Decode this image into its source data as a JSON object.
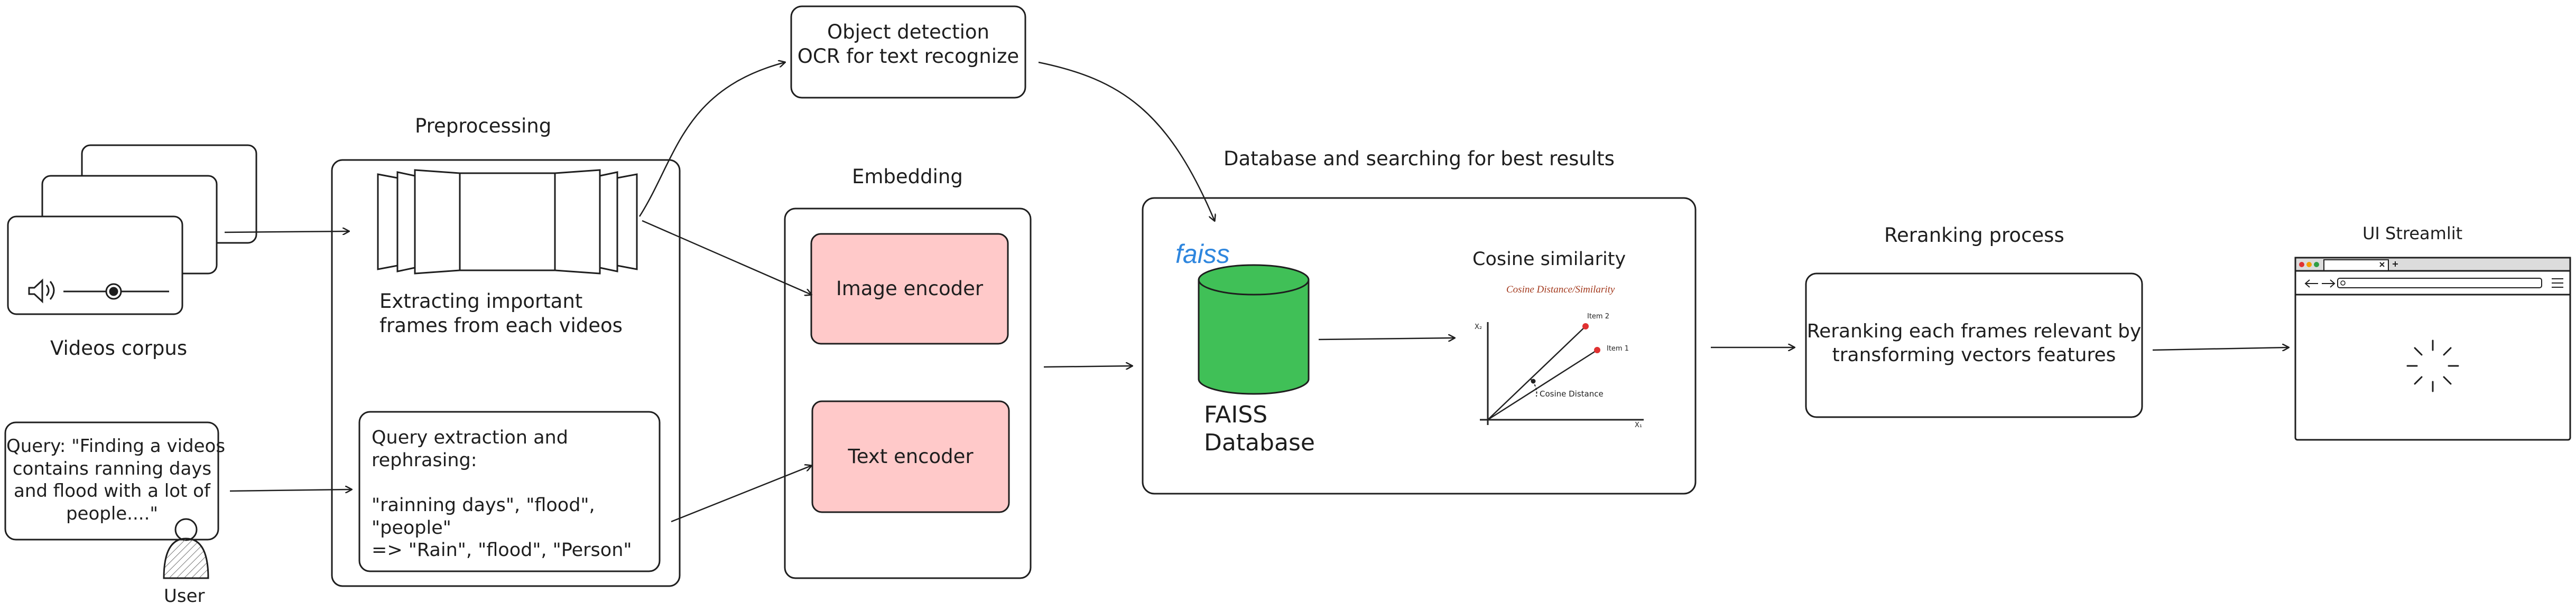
{
  "sections": {
    "preprocessing": "Preprocessing",
    "embedding": "Embedding",
    "database_search": "Database and searching for best results",
    "reranking": "Reranking process",
    "ui": "UI Streamlit"
  },
  "inputs": {
    "videos_corpus": "Videos corpus",
    "query_text": "Query: \"Finding a videos\ncontains ranning days\nand flood with a lot of\npeople....\"",
    "user": "User"
  },
  "preprocessing": {
    "frames_caption": "Extracting important\nframes from each videos",
    "query_box": "Query extraction and\nrephrasing:\n\n\"rainning days\", \"flood\",\n\"people\"\n=> \"Rain\", \"flood\", \"Person\""
  },
  "detection": {
    "label": "Object detection\nOCR for text recognize"
  },
  "embedding": {
    "image_encoder": "Image encoder",
    "text_encoder": "Text encoder"
  },
  "database": {
    "faiss_logo": "faiss",
    "faiss_label": "FAISS\nDatabase",
    "cosine_label": "Cosine similarity",
    "chart_title": "Cosine Distance/Similarity",
    "chart_item2": "Item 2",
    "chart_item1": "Item 1",
    "chart_distance": "Cosine Distance",
    "chart_x": "X₁",
    "chart_y": "X₂"
  },
  "reranking": {
    "box_text": "Reranking each frames relevant by\ntransforming vectors features"
  },
  "colors": {
    "encoder_fill": "#ffc9c9",
    "database_green": "#40c057",
    "chart_points": "#e03131",
    "faiss_blue": "#2e86de"
  }
}
